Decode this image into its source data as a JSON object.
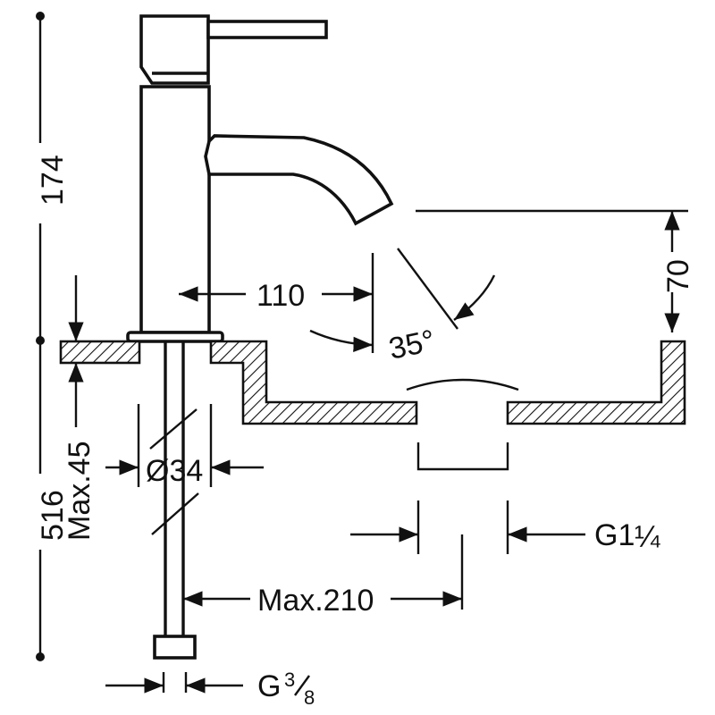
{
  "dimensions": {
    "total_top": "174",
    "total_bottom": "516",
    "max_thickness": "Max.45",
    "spout_reach": "110",
    "spout_height": "70",
    "angle": "35°",
    "body_diameter": "Ø34",
    "waste_thread": "G1",
    "waste_thread_frac": "¼",
    "max_offset": "Max.210",
    "supply_thread": "G",
    "supply_frac_num": "3",
    "supply_frac_den": "8"
  }
}
